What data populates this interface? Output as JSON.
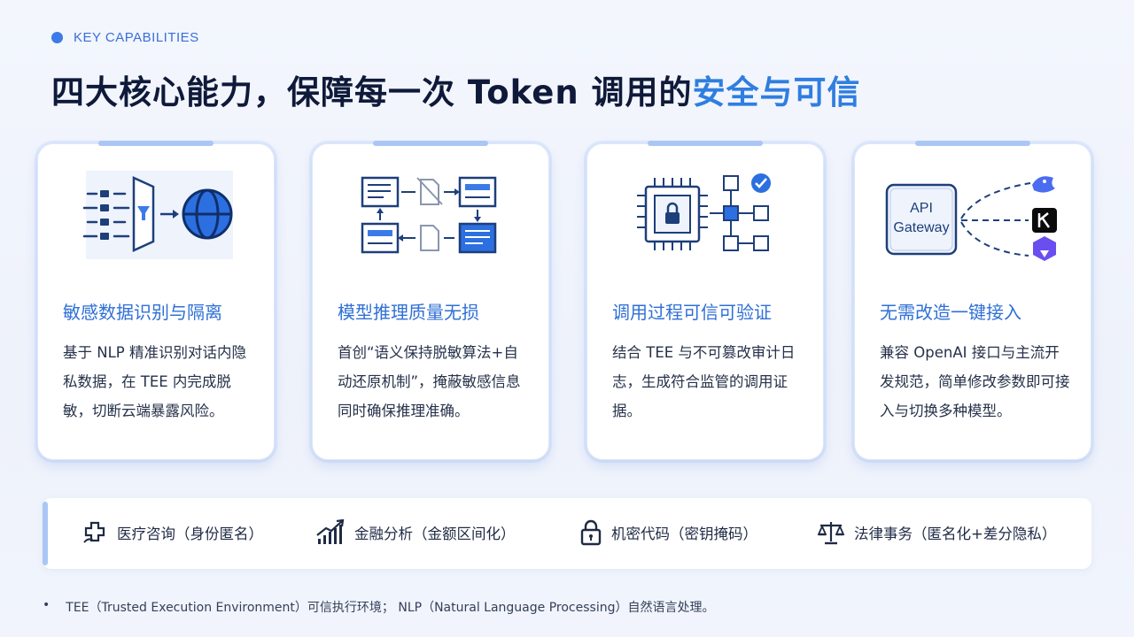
{
  "header": {
    "eyebrow": "KEY CAPABILITIES",
    "title_main": "四大核心能力，保障每一次 Token 调用的",
    "title_highlight": "安全与可信"
  },
  "cards": [
    {
      "title": "敏感数据识别与隔离",
      "desc": "基于 NLP 精准识别对话内隐私数据，在 TEE 内完成脱敏，切断云端暴露风险。",
      "icon": "data-filter-globe-icon"
    },
    {
      "title": "模型推理质量无损",
      "desc": "首创“语义保持脱敏算法+自动还原机制”，掩蔽敏感信息同时确保推理准确。",
      "icon": "document-cycle-icon"
    },
    {
      "title": "调用过程可信可验证",
      "desc": "结合 TEE 与不可篡改审计日志，生成符合监管的调用证据。",
      "icon": "secure-chip-flow-icon"
    },
    {
      "title": "无需改造一键接入",
      "desc": "兼容 OpenAI 接口与主流开发规范，简单修改参数即可接入与切换多种模型。",
      "icon": "api-gateway-icon",
      "gateway_label_1": "API",
      "gateway_label_2": "Gateway"
    }
  ],
  "use_cases": [
    {
      "label": "医疗咨询（身份匿名）",
      "icon": "medical-hands-icon"
    },
    {
      "label": "金融分析（金额区间化）",
      "icon": "finance-chart-icon"
    },
    {
      "label": "机密代码（密钥掩码）",
      "icon": "lock-icon"
    },
    {
      "label": "法律事务（匿名化+差分隐私）",
      "icon": "scales-icon"
    }
  ],
  "footnote": {
    "bullet": "•",
    "text": "TEE（Trusted Execution Environment）可信执行环境； NLP（Natural Language Processing）自然语言处理。"
  },
  "colors": {
    "accent": "#2f7ee0",
    "navy": "#1d3f7a",
    "title": "#0f1a3a"
  }
}
